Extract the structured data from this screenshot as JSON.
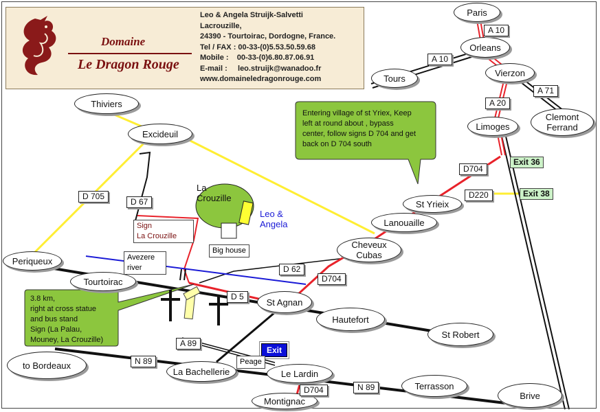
{
  "header": {
    "brand_line1": "Domaine",
    "brand_line2": "Le Dragon Rouge",
    "contact_lines": [
      "Leo & Angela Struijk-Salvetti",
      "Lacrouzille,",
      "24390 - Tourtoirac, Dordogne, France.",
      "Tel / FAX : 00-33-(0)5.53.50.59.68",
      "Mobile :    00-33-(0)6.80.87.06.91",
      "E-mail :     leo.struijk@wanadoo.fr",
      "www.domaineledragonrouge.com"
    ]
  },
  "towns": {
    "paris": "Paris",
    "orleans": "Orleans",
    "tours": "Tours",
    "vierzon": "Vierzon",
    "limoges": "Limoges",
    "clermont_ferrand": "Clemont\nFerrand",
    "thiviers": "Thiviers",
    "excideuil": "Excideuil",
    "periqueux": "Periqueux",
    "tourtoirac": "Tourtoirac",
    "st_yrieix": "St Yrieix",
    "lanouaille": "Lanouaille",
    "cheveux_cubas": "Cheveux\nCubas",
    "st_agnan": "St Agnan",
    "hautefort": "Hautefort",
    "st_robert": "St Robert",
    "to_bordeaux": "to Bordeaux",
    "la_bachellerie": "La Bachellerie",
    "le_lardin": "Le Lardin",
    "montignac": "Montignac",
    "terrasson": "Terrasson",
    "brive": "Brive"
  },
  "roads": {
    "a10_north": "A 10",
    "a10_west": "A 10",
    "a71": "A 71",
    "a20": "A 20",
    "d704_upper": "D704",
    "d220": "D220",
    "d705": "D 705",
    "d67": "D 67",
    "d62": "D 62",
    "d704_mid": "D704",
    "d5": "D 5",
    "a89": "A 89",
    "n89_west": "N 89",
    "n89_east": "N 89",
    "d704_south": "D704"
  },
  "exits": {
    "exit36": "Exit 36",
    "exit38": "Exit 38",
    "exit_blue": "Exit"
  },
  "labels": {
    "la_crouzille": "La\nCrouzille",
    "leo_angela": "Leo &\nAngela",
    "big_house": "Big house",
    "peage": "Peage",
    "sign_line1": "Sign",
    "sign_line2": "La Crouzille",
    "avezere_line1": "Avezere",
    "avezere_line2": "river"
  },
  "callouts": {
    "st_yriex_note": "Entering village of st Yriex, Keep\nleft at round about , bypass\ncenter, follow signs D 704 and get\nback on D 704 south",
    "cross_note": "3.8 km,\nright at cross statue\nand bus stand\nSign (La Palau,\nMouney, La Crouzille)"
  },
  "colors": {
    "route_red": "#e8222a",
    "road_yellow": "#ffee33",
    "road_black": "#111111",
    "river_blue": "#1a1ad6",
    "callout_green": "#8cc63e",
    "brand_red": "#7a1010"
  }
}
